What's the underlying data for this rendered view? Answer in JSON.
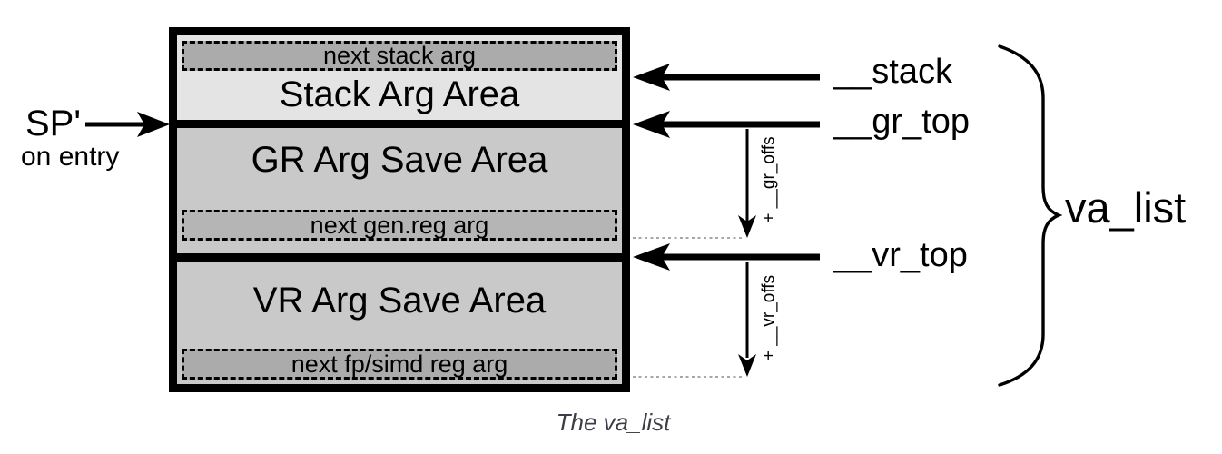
{
  "sp": {
    "label": "SP'",
    "sublabel": "on entry"
  },
  "box": {
    "sections": [
      {
        "title": "Stack Arg Area",
        "slot": "next stack arg"
      },
      {
        "title": "GR Arg Save Area",
        "slot": "next gen.reg arg"
      },
      {
        "title": "VR Arg Save Area",
        "slot": "next fp/simd reg arg"
      }
    ]
  },
  "pointers": [
    {
      "label": "__stack"
    },
    {
      "label": "__gr_top"
    },
    {
      "label": "__vr_top"
    }
  ],
  "offsets": [
    {
      "label": "+ __gr_offs"
    },
    {
      "label": "+ __vr_offs"
    }
  ],
  "brace_label": "va_list",
  "caption": "The va_list",
  "colors": {
    "stack_area": "#e4e4e4",
    "save_area": "#c9c9c9",
    "slot_stack": "#ababab",
    "slot_gr": "#b5b5b5",
    "slot_vr": "#ababab",
    "line": "#000000",
    "caption_text": "#3d3d47"
  }
}
